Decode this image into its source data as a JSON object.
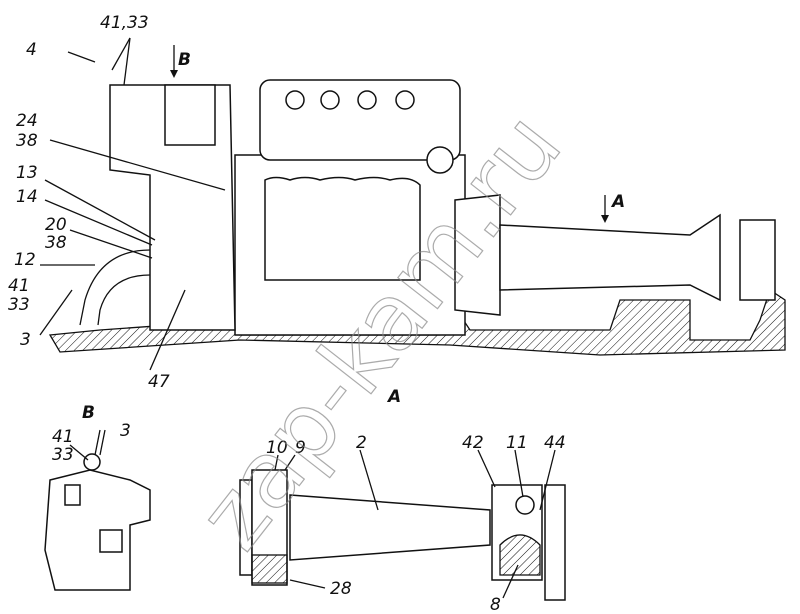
{
  "watermark": "zap-kam.ru",
  "main_view": {
    "labels": {
      "l4133": "41,33",
      "l4": "4",
      "l24": "24",
      "l38a": "38",
      "l13": "13",
      "l14": "14",
      "l20": "20",
      "l38b": "38",
      "l12": "12",
      "l41": "41",
      "l33": "33",
      "l3": "3",
      "l47": "47"
    },
    "arrow_b": "B",
    "arrow_a": "A"
  },
  "view_a": {
    "title": "A",
    "labels": {
      "l10": "10",
      "l9": "9",
      "l2": "2",
      "l42": "42",
      "l11": "11",
      "l44": "44",
      "l28": "28",
      "l8": "8"
    }
  },
  "view_b": {
    "title": "B",
    "labels": {
      "l41": "41",
      "l33": "33",
      "l3": "3"
    }
  }
}
